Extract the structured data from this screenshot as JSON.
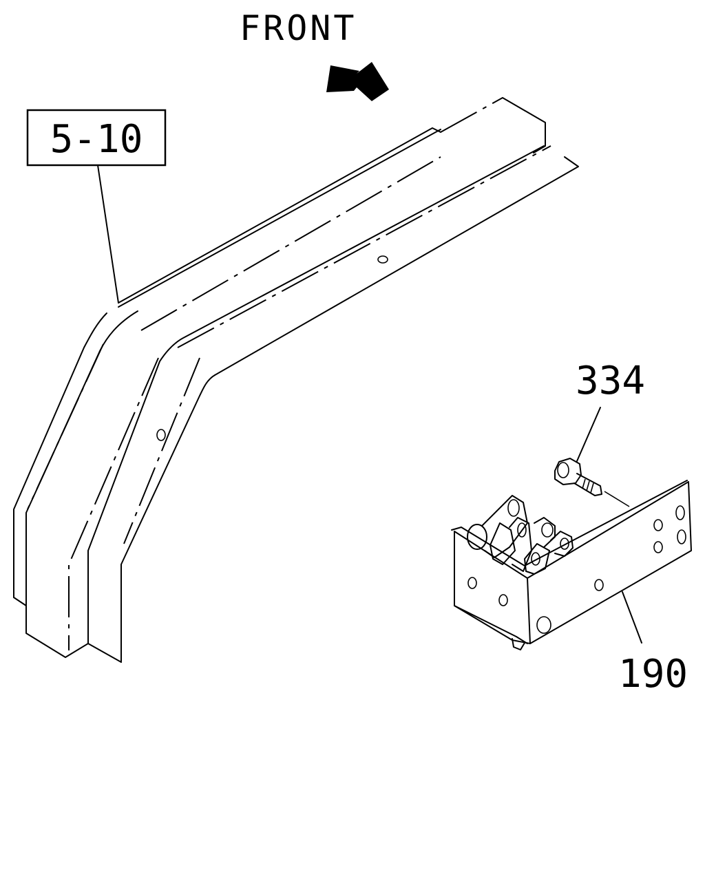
{
  "diagram": {
    "direction_label": "FRONT",
    "reference_box_label": "5-10",
    "callouts": [
      {
        "id": "334",
        "label": "334",
        "part": "bolt"
      },
      {
        "id": "190",
        "label": "190",
        "part": "bracket-assembly"
      }
    ],
    "icons": {
      "direction_arrow": "arrow-up-left-icon"
    },
    "colors": {
      "line": "#000000",
      "background": "#ffffff"
    }
  }
}
